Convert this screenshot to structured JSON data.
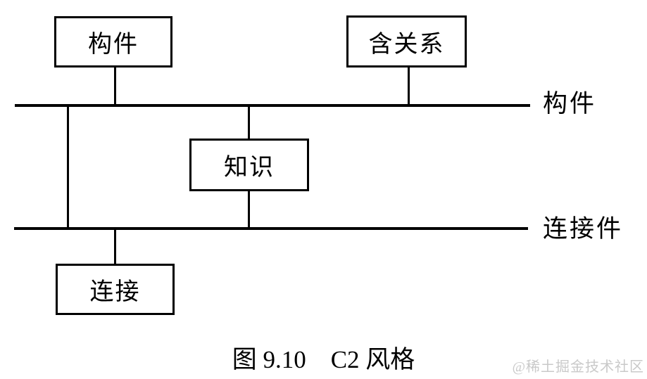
{
  "diagram": {
    "boxes": {
      "component": {
        "label": "构件"
      },
      "contain_relation": {
        "label": "含关系"
      },
      "knowledge": {
        "label": "知识"
      },
      "connection": {
        "label": "连接"
      }
    },
    "buses": {
      "component_bus_label": "构件",
      "connector_bus_label": "连接件"
    },
    "caption": "图 9.10　C2 风格",
    "watermark": "@稀土掘金技术社区",
    "colors": {
      "line": "#000000",
      "text": "#000000",
      "background": "#ffffff",
      "watermark": "#c9c9c9"
    }
  }
}
